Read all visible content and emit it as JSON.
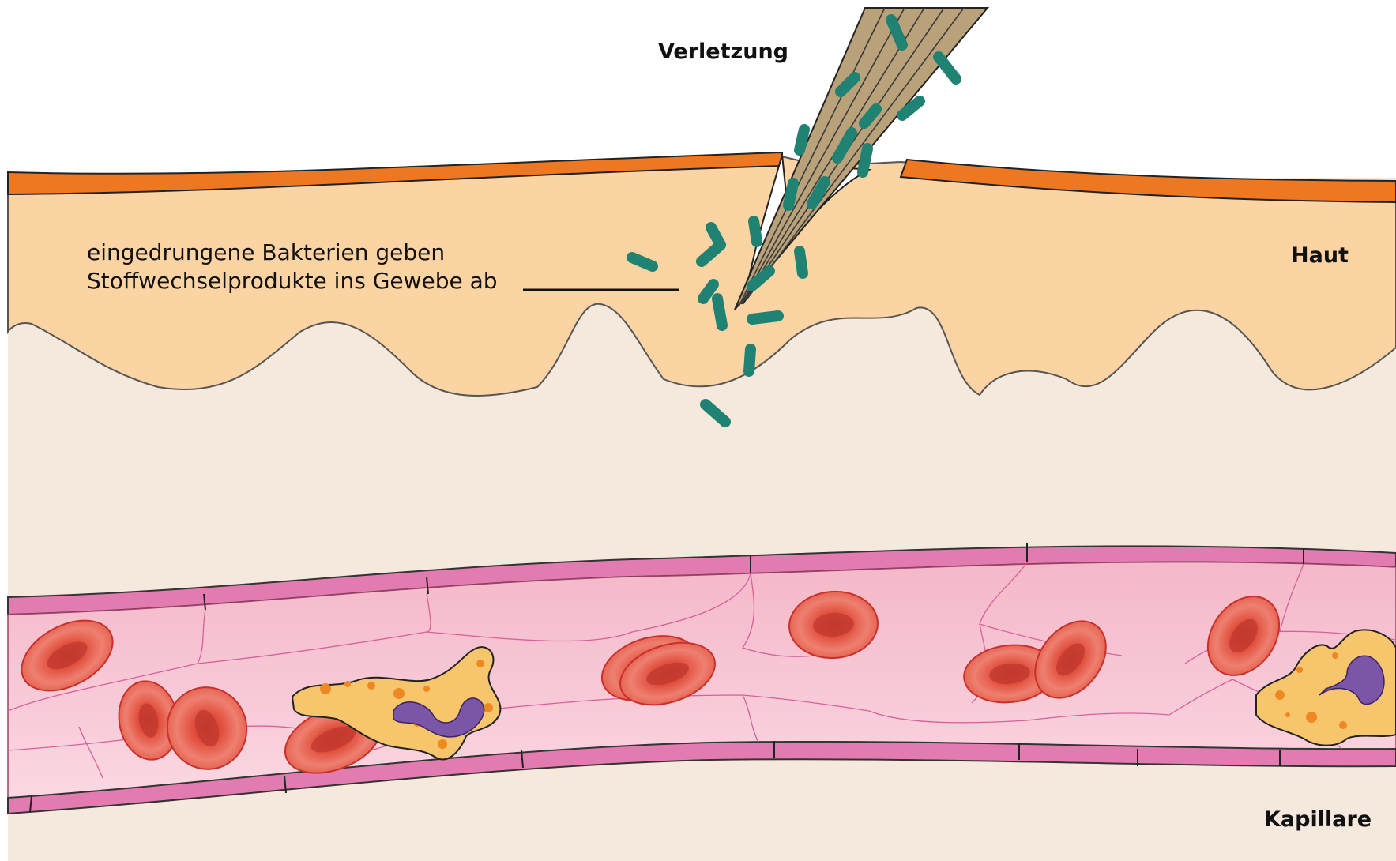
{
  "labels": {
    "injury": "Verletzung",
    "skin": "Haut",
    "capillary": "Kapillare",
    "bacteria_line1": "eingedrungene Bakterien geben",
    "bacteria_line2": "Stoffwechselprodukte ins Gewebe ab"
  },
  "colors": {
    "background_tissue": "#f5e8dc",
    "epidermis": "#fcd4a4",
    "skin_surface": "#ee7722",
    "splinter": "#b9a27a",
    "bacteria": "#1f8272",
    "capillary_wall": "#e27cb0",
    "capillary_lumen": "#f6c4d4",
    "red_blood_cell": "#e85a4a",
    "white_blood_cell": "#f7c66c",
    "nucleus": "#7a55a8"
  },
  "icons": {
    "splinter": "splinter-icon",
    "bacterium": "bacterium-icon",
    "red_blood_cell": "red-blood-cell-icon",
    "white_blood_cell": "white-blood-cell-icon"
  }
}
